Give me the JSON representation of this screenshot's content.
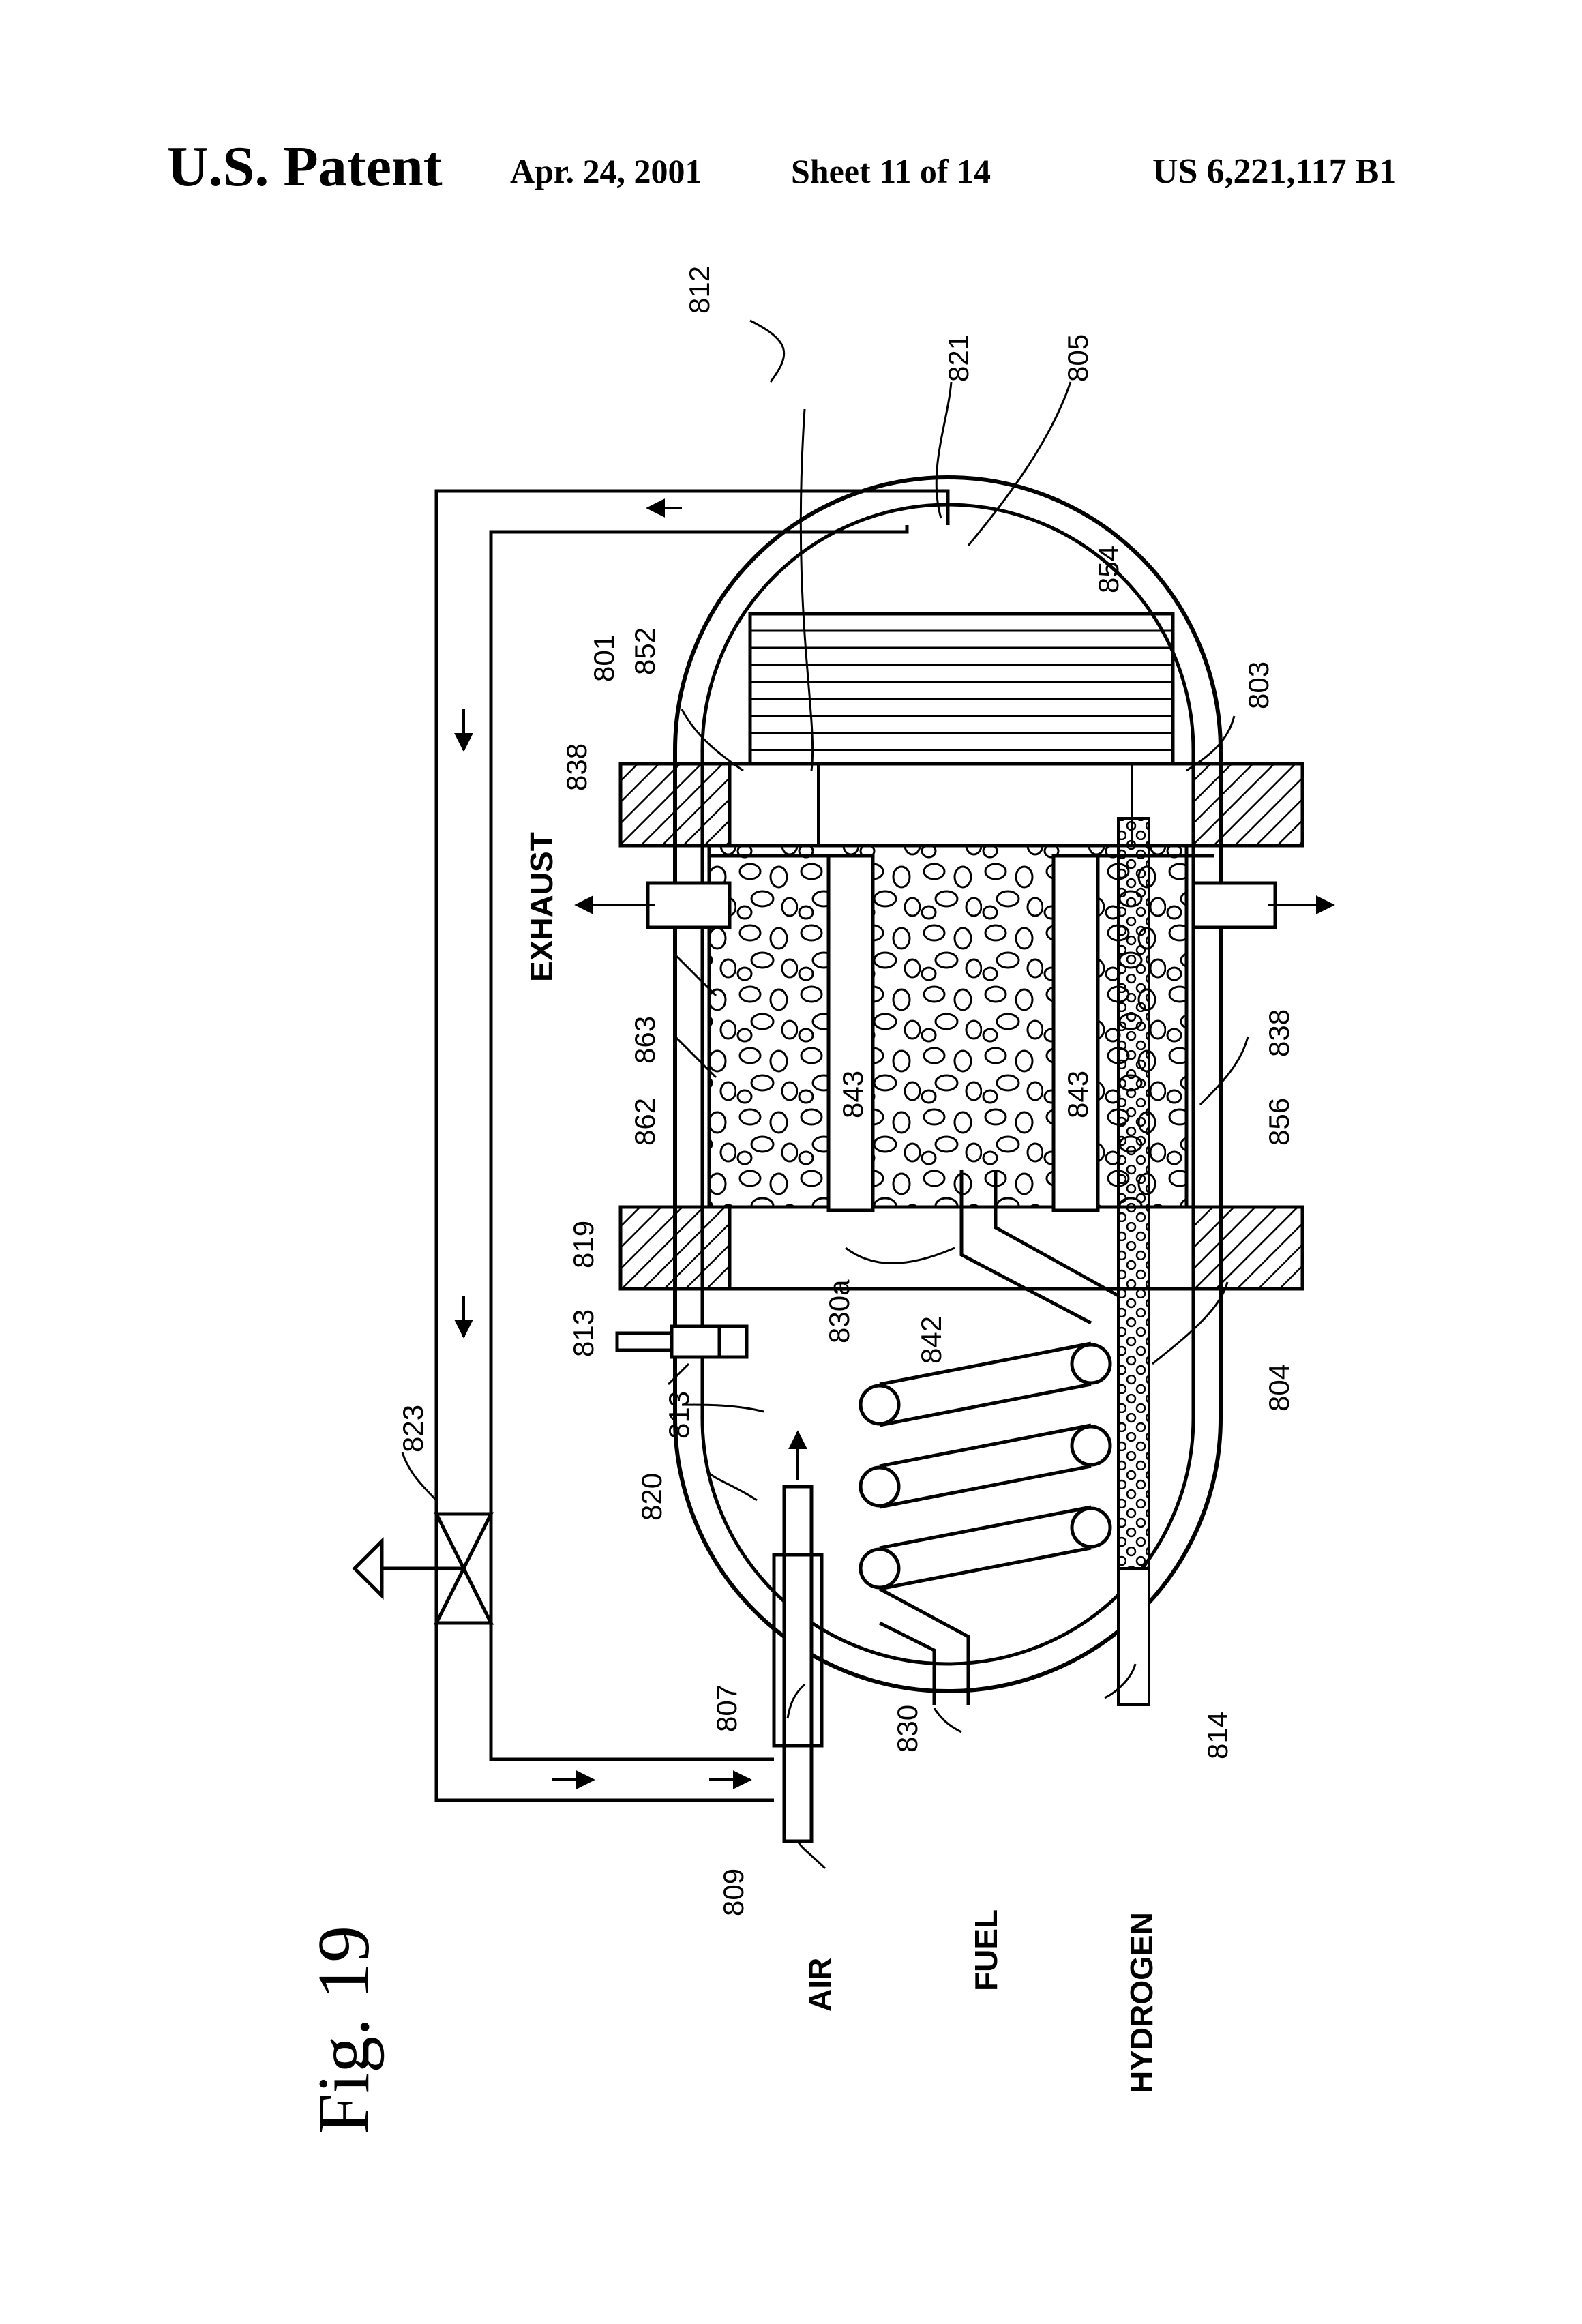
{
  "header": {
    "left": "U.S. Patent",
    "date": "Apr. 24, 2001",
    "sheet": "Sheet 11 of 14",
    "number": "US 6,221,117 B1"
  },
  "figure": {
    "label": "Fig. 19"
  },
  "flow_labels": {
    "exhaust": "EXHAUST",
    "air": "AIR",
    "fuel": "FUEL",
    "hydrogen": "HYDROGEN"
  },
  "refs": {
    "r801": "801",
    "r803": "803",
    "r804": "804",
    "r805": "805",
    "r807": "807",
    "r809": "809",
    "r812": "812",
    "r813a": "813",
    "r813b": "813",
    "r814": "814",
    "r819": "819",
    "r820": "820",
    "r821": "821",
    "r823": "823",
    "r830": "830",
    "r830a": "830a",
    "r838a": "838",
    "r838b": "838",
    "r842": "842",
    "r843a": "843",
    "r843b": "843",
    "r852": "852",
    "r854": "854",
    "r856": "856",
    "r862": "862",
    "r863": "863"
  }
}
